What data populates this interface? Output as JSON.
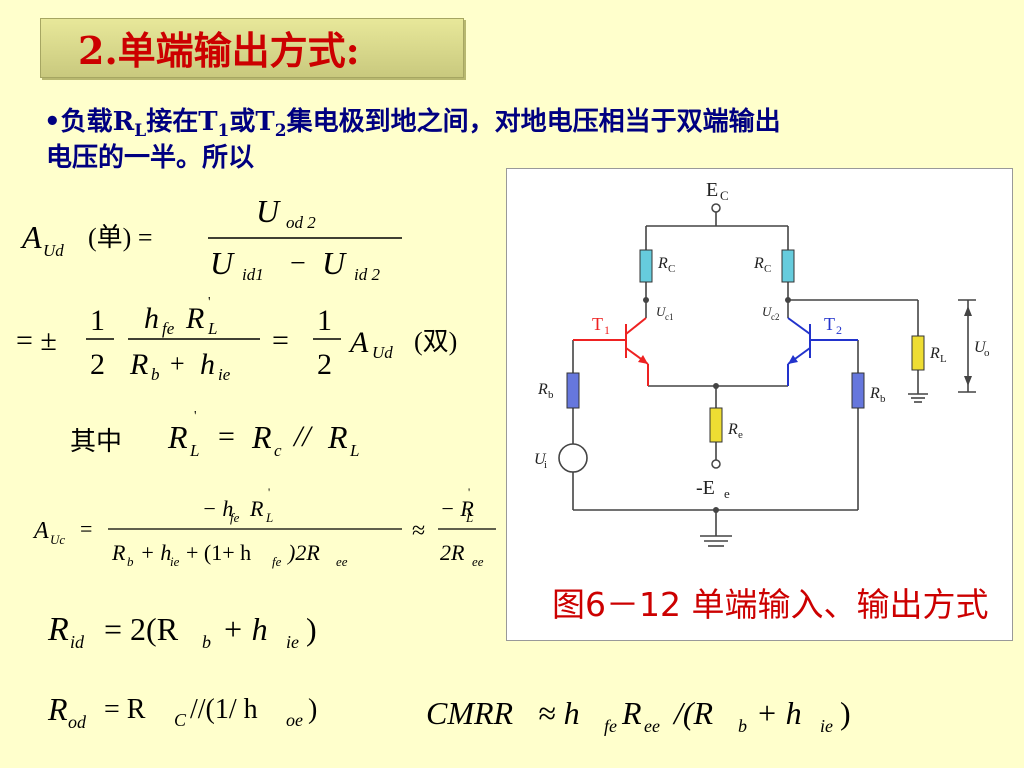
{
  "slide": {
    "title": "2.单端输出方式",
    "title_colon": ":",
    "bullet": "•",
    "line1_a": "负载R",
    "line1_sub_L": "L",
    "line1_b": "接在T",
    "line1_sub_1": "1",
    "line1_c": "或T",
    "line1_sub_2": "2",
    "line1_d": "集电极到地之间，对地电压相当于双端输出",
    "line2": "电压的一半。所以",
    "qizhong": "其中"
  },
  "formulas": {
    "f1": {
      "lhs": "A",
      "lhs_sub": "Ud",
      "paren": "(单) =",
      "num": "U",
      "num_sub": "od 2",
      "den_a": "U",
      "den_a_sub": "id1",
      "den_minus": "−",
      "den_b": "U",
      "den_b_sub": "id 2"
    },
    "f2": {
      "eq": "= ±",
      "one": "1",
      "two": "2",
      "num": "h",
      "num_sub": "fe",
      "num_b": "R",
      "num_b_sub": "L",
      "prime": "'",
      "den_a": "R",
      "den_a_sub": "b",
      "den_plus": "+",
      "den_b": "h",
      "den_b_sub": "ie",
      "eq2": "=",
      "lhs": "A",
      "lhs_sub": "Ud",
      "paren": "(双)"
    },
    "f3": {
      "a": "R",
      "a_sub": "L",
      "prime": "'",
      "eq": "=",
      "b": "R",
      "b_sub": "c",
      "par": "//",
      "c": "R",
      "c_sub": "L"
    },
    "f4": {
      "lhs": "A",
      "lhs_sub": "Uc",
      "eq": "=",
      "num": "− h",
      "num_sub": "fe",
      "num_b": "R",
      "num_b_sub": "L",
      "prime": "'",
      "den": "R",
      "den_sub_b": "b",
      "den_mid": "+ h",
      "den_sub_ie": "ie",
      "den_mid2": "+ (1+ h",
      "den_sub_fe": "fe",
      "den_end": ")2R",
      "den_sub_ee": "ee",
      "approx": "≈",
      "num2": "− R",
      "num2_sub": "L",
      "den2": "2R",
      "den2_sub": "ee"
    },
    "f5": {
      "lhs": "R",
      "lhs_sub": "id",
      "rhs": "= 2(R",
      "rhs_sub_b": "b",
      "plus": "+ h",
      "rhs_sub_ie": "ie",
      "close": ")"
    },
    "f6": {
      "lhs": "R",
      "lhs_sub": "od",
      "rhs": "= R",
      "rhs_sub": "C",
      "rest": "//(1/ h",
      "rest_sub": "oe",
      "close": ")"
    },
    "f7": {
      "lhs": "CMRR",
      "approx": "≈ h",
      "sub_fe": "fe",
      "r": "R",
      "sub_ee": "ee",
      "rest": "/(R",
      "sub_b": "b",
      "plus": "+ h",
      "sub_ie": "ie",
      "close": ")"
    }
  },
  "figure": {
    "caption": "图6－12 单端输入、输出方式",
    "caption_color": "#CC0000",
    "labels": {
      "ec": "E",
      "ec_sub": "C",
      "rc_left": "R",
      "rc_left_sub": "C",
      "rc_right": "R",
      "rc_right_sub": "C",
      "uc1": "U",
      "uc1_sub": "c1",
      "uc2": "U",
      "uc2_sub": "c2",
      "t1": "T",
      "t1_sub": "1",
      "t2": "T",
      "t2_sub": "2",
      "rl": "R",
      "rl_sub": "L",
      "uo": "U",
      "uo_sub": "o",
      "rb_left": "R",
      "rb_left_sub": "b",
      "rb_right": "R",
      "rb_right_sub": "b",
      "re": "R",
      "re_sub": "e",
      "ui": "U",
      "ui_sub": "i",
      "ee": "-E",
      "ee_sub": "e"
    },
    "colors": {
      "rc": "#66CCDD",
      "rb": "#6677DD",
      "re": "#EEDD33",
      "rl": "#EEDD33",
      "t1": "#EE2222",
      "t2": "#2233CC",
      "wire": "#444444",
      "ground": "#444444"
    }
  }
}
